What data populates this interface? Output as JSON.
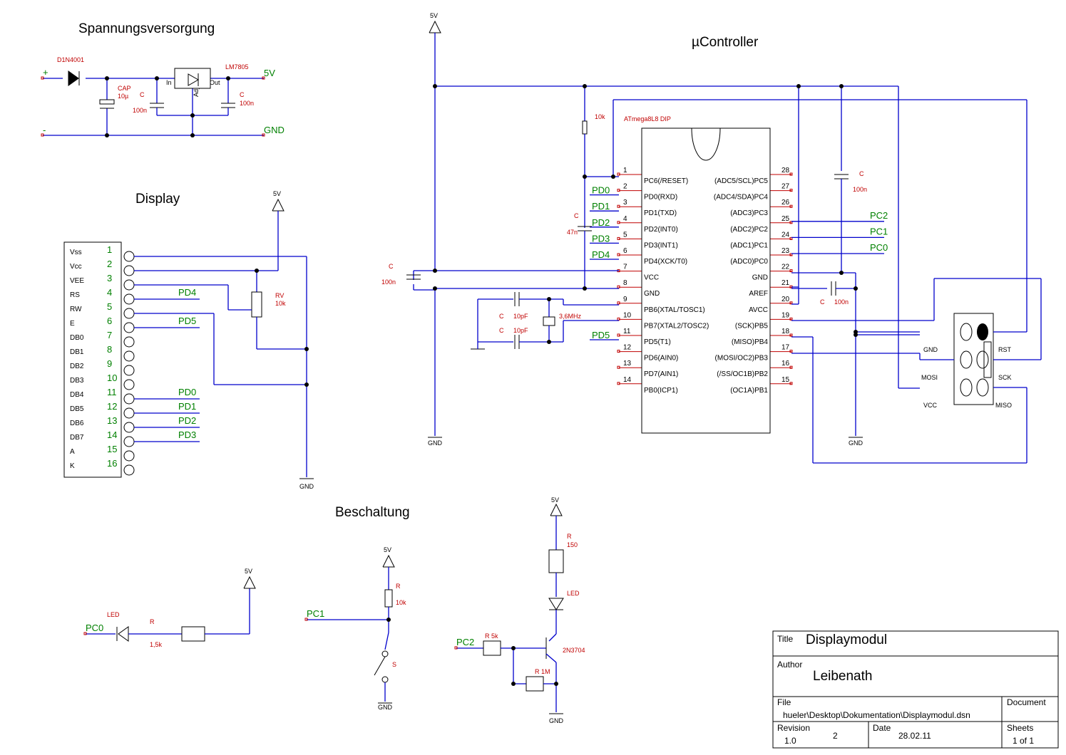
{
  "headings": {
    "power": "Spannungsversorgung",
    "mcu": "µController",
    "display": "Display",
    "circuit": "Beschaltung"
  },
  "power": {
    "diode": "D1N4001",
    "regulator": "LM7805",
    "cap_ref": "CAP",
    "cap_val": "10µ",
    "c_ref": "C",
    "c_val": "100n",
    "plus": "+",
    "minus": "-",
    "out_net": "5V",
    "gnd_net": "GND",
    "pin_in": "In",
    "pin_out": "Out",
    "pin_adj": "Adj"
  },
  "mcu": {
    "part": "ATmega8L8 DIP",
    "left_pins": [
      {
        "num": "1",
        "name": "PC6(/RESET)",
        "net": ""
      },
      {
        "num": "2",
        "name": "PD0(RXD)",
        "net": "PD0"
      },
      {
        "num": "3",
        "name": "PD1(TXD)",
        "net": "PD1"
      },
      {
        "num": "4",
        "name": "PD2(INT0)",
        "net": "PD2"
      },
      {
        "num": "5",
        "name": "PD3(INT1)",
        "net": "PD3"
      },
      {
        "num": "6",
        "name": "PD4(XCK/T0)",
        "net": "PD4"
      },
      {
        "num": "7",
        "name": "VCC",
        "net": ""
      },
      {
        "num": "8",
        "name": "GND",
        "net": ""
      },
      {
        "num": "9",
        "name": "PB6(XTAL/TOSC1)",
        "net": ""
      },
      {
        "num": "10",
        "name": "PB7(XTAL2/TOSC2)",
        "net": ""
      },
      {
        "num": "11",
        "name": "PD5(T1)",
        "net": "PD5"
      },
      {
        "num": "12",
        "name": "PD6(AIN0)",
        "net": ""
      },
      {
        "num": "13",
        "name": "PD7(AIN1)",
        "net": ""
      },
      {
        "num": "14",
        "name": "PB0(ICP1)",
        "net": ""
      }
    ],
    "right_pins": [
      {
        "num": "28",
        "name": "(ADC5/SCL)PC5",
        "net": ""
      },
      {
        "num": "27",
        "name": "(ADC4/SDA)PC4",
        "net": ""
      },
      {
        "num": "26",
        "name": "(ADC3)PC3",
        "net": ""
      },
      {
        "num": "25",
        "name": "(ADC2)PC2",
        "net": "PC2"
      },
      {
        "num": "24",
        "name": "(ADC1)PC1",
        "net": "PC1"
      },
      {
        "num": "23",
        "name": "(ADC0)PC0",
        "net": "PC0"
      },
      {
        "num": "22",
        "name": "GND",
        "net": ""
      },
      {
        "num": "21",
        "name": "AREF",
        "net": ""
      },
      {
        "num": "20",
        "name": "AVCC",
        "net": ""
      },
      {
        "num": "19",
        "name": "(SCK)PB5",
        "net": ""
      },
      {
        "num": "18",
        "name": "(MISO)PB4",
        "net": ""
      },
      {
        "num": "17",
        "name": "(MOSI/OC2)PB3",
        "net": ""
      },
      {
        "num": "16",
        "name": "(/SS/OC1B)PB2",
        "net": ""
      },
      {
        "num": "15",
        "name": "(OC1A)PB1",
        "net": ""
      }
    ],
    "pullup": "10k",
    "c_ref": "C",
    "c47": "47n",
    "c100": "100n",
    "c10pf": "10pF",
    "crystal": "3,6MHz",
    "vcc": "5V",
    "gnd": "GND",
    "isp": {
      "rst": "RST",
      "sck": "SCK",
      "miso": "MISO",
      "gnd": "GND",
      "mosi": "MOSI",
      "vcc": "VCC"
    }
  },
  "display": {
    "pins": [
      {
        "label": "Vss",
        "num": "1",
        "net": ""
      },
      {
        "label": "Vcc",
        "num": "2",
        "net": ""
      },
      {
        "label": "VEE",
        "num": "3",
        "net": ""
      },
      {
        "label": "RS",
        "num": "4",
        "net": "PD4"
      },
      {
        "label": "RW",
        "num": "5",
        "net": ""
      },
      {
        "label": "E",
        "num": "6",
        "net": "PD5"
      },
      {
        "label": "DB0",
        "num": "7",
        "net": ""
      },
      {
        "label": "DB1",
        "num": "8",
        "net": ""
      },
      {
        "label": "DB2",
        "num": "9",
        "net": ""
      },
      {
        "label": "DB3",
        "num": "10",
        "net": ""
      },
      {
        "label": "DB4",
        "num": "11",
        "net": "PD0"
      },
      {
        "label": "DB5",
        "num": "12",
        "net": "PD1"
      },
      {
        "label": "DB6",
        "num": "13",
        "net": "PD2"
      },
      {
        "label": "DB7",
        "num": "14",
        "net": "PD3"
      },
      {
        "label": "A",
        "num": "15",
        "net": ""
      },
      {
        "label": "K",
        "num": "16",
        "net": ""
      }
    ],
    "pot_ref": "RV",
    "pot_val": "10k",
    "vcc": "5V",
    "gnd": "GND"
  },
  "circuit": {
    "led1": {
      "net": "PC0",
      "led": "LED",
      "r": "R",
      "rval": "1,5k",
      "vcc": "5V"
    },
    "button": {
      "net": "PC1",
      "r": "R",
      "rval": "10k",
      "s": "S",
      "vcc": "5V",
      "gnd": "GND"
    },
    "transistor": {
      "net": "PC2",
      "rb": "R 5k",
      "rpd": "R 1M",
      "q": "2N3704",
      "led": "LED",
      "r": "R",
      "rval": "150",
      "vcc": "5V",
      "gnd": "GND"
    }
  },
  "titleblock": {
    "title_label": "Title",
    "title": "Displaymodul",
    "author_label": "Author",
    "author": "Leibenath",
    "file_label": "File",
    "file": "hueler\\Desktop\\Dokumentation\\Displaymodul.dsn",
    "document_label": "Document",
    "revision_label": "Revision",
    "revision": "1.0",
    "revision_num": "2",
    "date_label": "Date",
    "date": "28.02.11",
    "sheets_label": "Sheets",
    "sheets": "1 of 1"
  }
}
